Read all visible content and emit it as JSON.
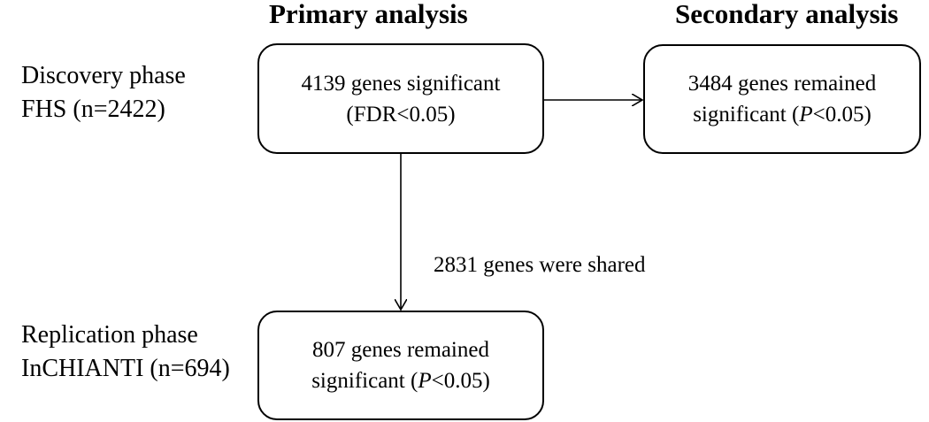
{
  "headers": {
    "primary": "Primary analysis",
    "secondary": "Secondary analysis"
  },
  "phases": {
    "discovery": {
      "line1": "Discovery phase",
      "line2": "FHS (n=2422)"
    },
    "replication": {
      "line1": "Replication phase",
      "line2": "InCHIANTI (n=694)"
    }
  },
  "boxes": {
    "primary": {
      "line1": "4139 genes significant",
      "line2": "(FDR<0.05)"
    },
    "secondary": {
      "line1": "3484 genes remained",
      "line2_prefix": "significant (",
      "line2_italic": "P",
      "line2_suffix": "<0.05)"
    },
    "replication": {
      "line1": "807 genes remained",
      "line2_prefix": "significant (",
      "line2_italic": "P",
      "line2_suffix": "<0.05)"
    }
  },
  "connectors": {
    "shared_label": "2831 genes were shared"
  },
  "colors": {
    "line": "#000000",
    "background": "#ffffff"
  }
}
